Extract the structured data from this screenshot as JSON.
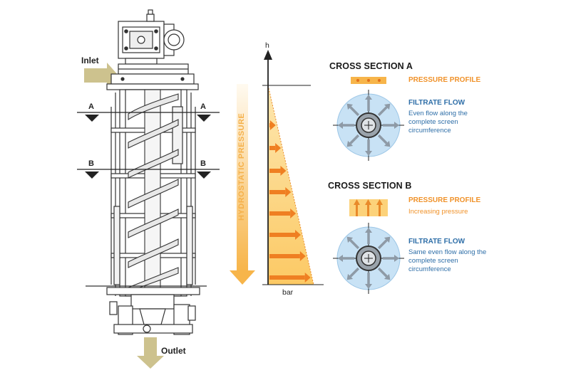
{
  "labels": {
    "inlet": "Inlet",
    "outlet": "Outlet",
    "section_a_left": "A",
    "section_a_right": "A",
    "section_b_left": "B",
    "section_b_right": "B"
  },
  "pressure_chart": {
    "y_axis_label": "h",
    "x_axis_label": "bar",
    "side_label": "HYDROSTATIC PRESSURE"
  },
  "cross_section_a": {
    "title": "CROSS SECTION A",
    "pressure_profile_title": "PRESSURE PROFILE",
    "filtrate_flow_title": "FILTRATE FLOW",
    "filtrate_flow_text": "Even flow along the complete screen circumference"
  },
  "cross_section_b": {
    "title": "CROSS SECTION B",
    "pressure_profile_title": "PRESSURE PROFILE",
    "pressure_profile_text": "Increasing pressure",
    "filtrate_flow_title": "FILTRATE FLOW",
    "filtrate_flow_text": "Same even flow along the complete screen circumference"
  },
  "colors": {
    "orange": "#f0922a",
    "light_orange": "#fcd27a",
    "blue": "#2f6fa8",
    "light_blue": "#cfe6f7",
    "flow_arrow": "#c9be8a",
    "machine_line": "#333333"
  }
}
